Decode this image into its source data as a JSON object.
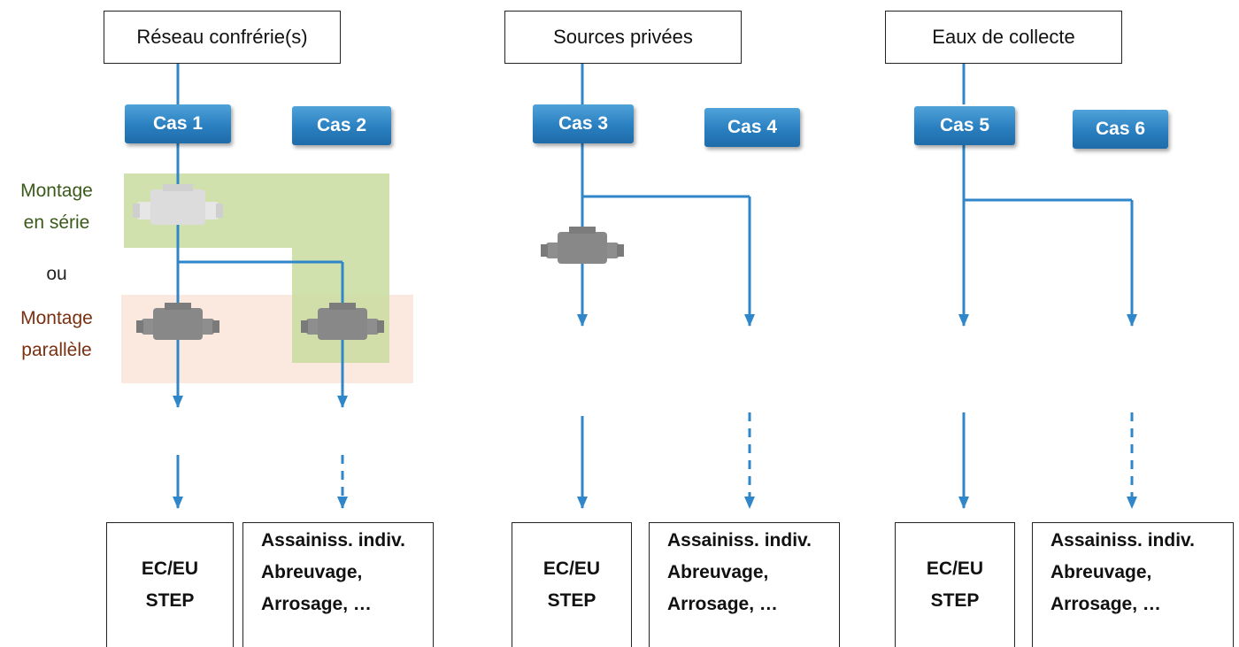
{
  "sources": [
    {
      "label": "Réseau confrérie(s)"
    },
    {
      "label": "Sources privées"
    },
    {
      "label": "Eaux de collecte"
    }
  ],
  "cases": [
    "Cas 1",
    "Cas 2",
    "Cas 3",
    "Cas 4",
    "Cas 5",
    "Cas 6"
  ],
  "mounting": {
    "serie_line1": "Montage",
    "serie_line2": "en série",
    "ou": "ou",
    "parallel_line1": "Montage",
    "parallel_line2": "parallèle"
  },
  "destinations": {
    "sewer_line1": "EC/EU",
    "sewer_line2": "STEP",
    "indiv_line1": "Assainiss. indiv.",
    "indiv_line2": "Abreuvage,",
    "indiv_line3": "Arrosage, …"
  },
  "colors": {
    "flow": "#2f86c8",
    "case_fill": "#2a7fc0",
    "serie_zone": "#c9dca0",
    "parallel_zone": "#fbe6dc",
    "serie_text": "#3a5a1a",
    "parallel_text": "#7a3010",
    "meter": "#8a8a8a",
    "meter_light": "#d8d8d8"
  }
}
